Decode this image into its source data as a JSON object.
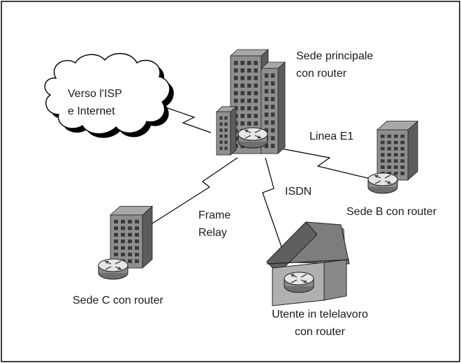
{
  "cloud": {
    "line1": "Verso l'ISP",
    "line2": "e Internet"
  },
  "headquarters": {
    "line1": "Sede principale",
    "line2": "con router"
  },
  "links": {
    "e1": "Linea E1",
    "isdn": "ISDN",
    "frame_relay_1": "Frame",
    "frame_relay_2": "Relay"
  },
  "site_b": {
    "label": "Sede B con router"
  },
  "site_c": {
    "label": "Sede C con router"
  },
  "telework": {
    "line1": "Utente in telelavoro",
    "line2": "con router"
  },
  "colors": {
    "building_front": "#8f8f8f",
    "building_side": "#5c5c5c",
    "window": "#3a3a3a",
    "router_top": "#e6e6e6",
    "house_roof": "#7d7d7d",
    "house_wall": "#b0b0b0",
    "cloud_shadow": "#000000"
  }
}
